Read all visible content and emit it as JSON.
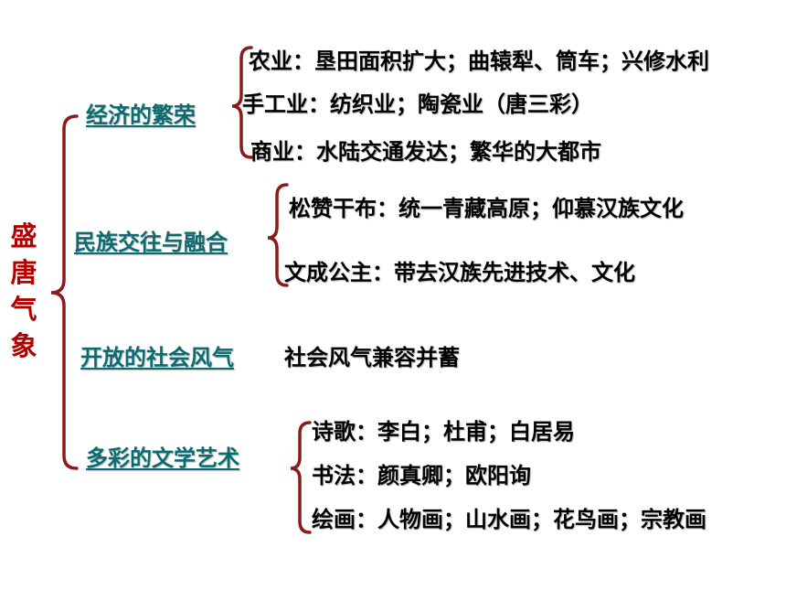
{
  "colors": {
    "title": "#b00000",
    "branch": "#0b6b70",
    "brace": "#8b1a1a",
    "text": "#000000"
  },
  "root": {
    "label": "盛唐气象"
  },
  "branches": [
    {
      "label": "经济的繁荣",
      "items": [
        "农业：垦田面积扩大；曲辕犁、筒车；兴修水利",
        "手工业：纺织业；陶瓷业（唐三彩）",
        "商业：水陆交通发达；繁华的大都市"
      ]
    },
    {
      "label": "民族交往与融合",
      "items": [
        "松赞干布：统一青藏高原；仰慕汉族文化",
        "文成公主：带去汉族先进技术、文化"
      ]
    },
    {
      "label": "开放的社会风气",
      "items": [
        "社会风气兼容并蓄"
      ]
    },
    {
      "label": "多彩的文学艺术",
      "items": [
        "诗歌：李白；杜甫；白居易",
        "书法：颜真卿；欧阳询",
        "绘画：人物画；山水画；花鸟画；宗教画"
      ]
    }
  ]
}
